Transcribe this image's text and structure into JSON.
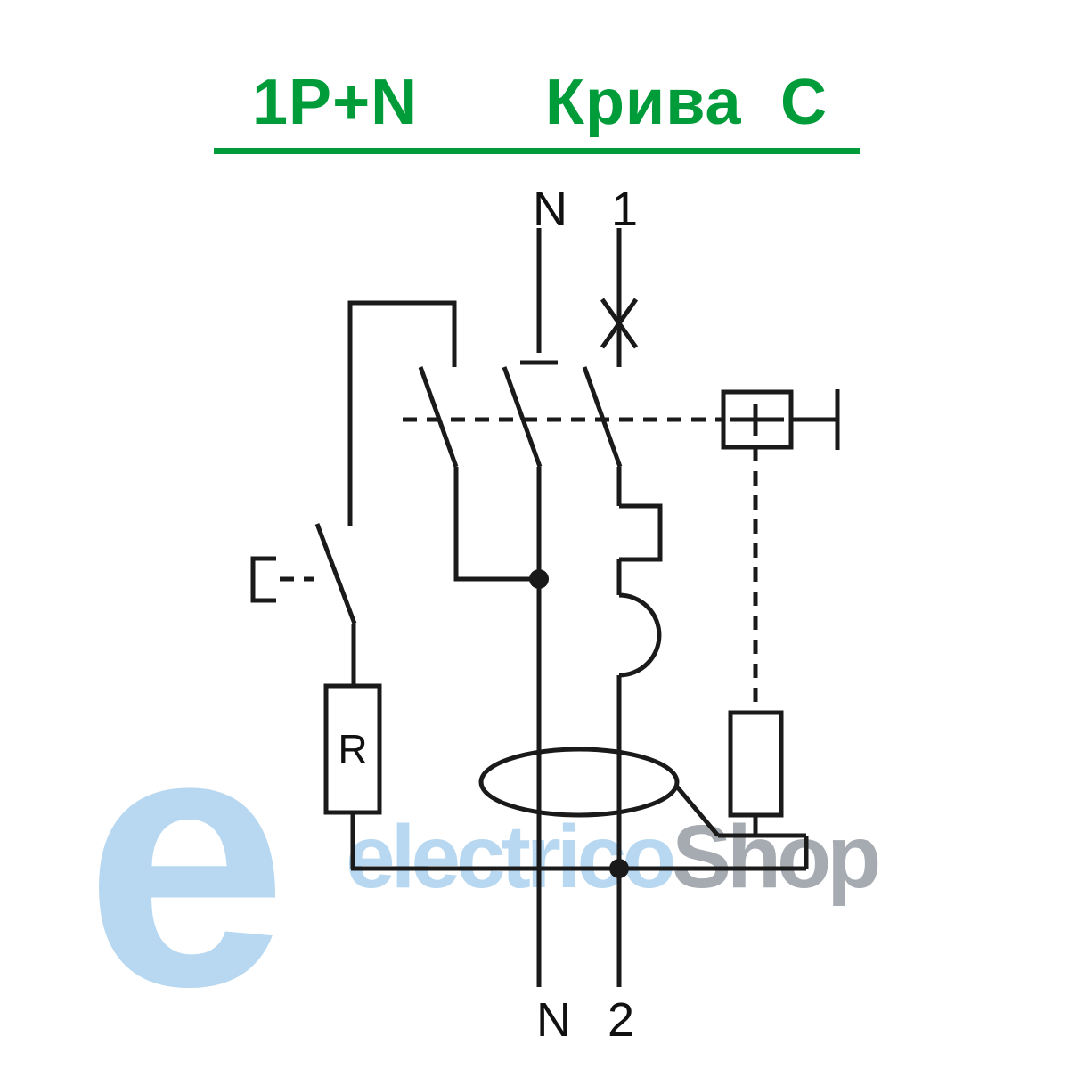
{
  "header": {
    "pole_label": "1P+N",
    "curve_word": "Крива",
    "curve_letter": "С"
  },
  "terminals": {
    "top_neutral": "N",
    "top_line": "1",
    "bottom_neutral": "N",
    "bottom_line": "2"
  },
  "schematic": {
    "resistor_label": "R"
  },
  "watermark": {
    "logo_letter": "e",
    "name_part1": "electrico",
    "name_part2": "Shop"
  },
  "colors": {
    "accent_green": "#009c3a",
    "line_black": "#1a1a1a",
    "watermark_blue": "#b7d8f0",
    "watermark_gray": "#a6abb1"
  }
}
